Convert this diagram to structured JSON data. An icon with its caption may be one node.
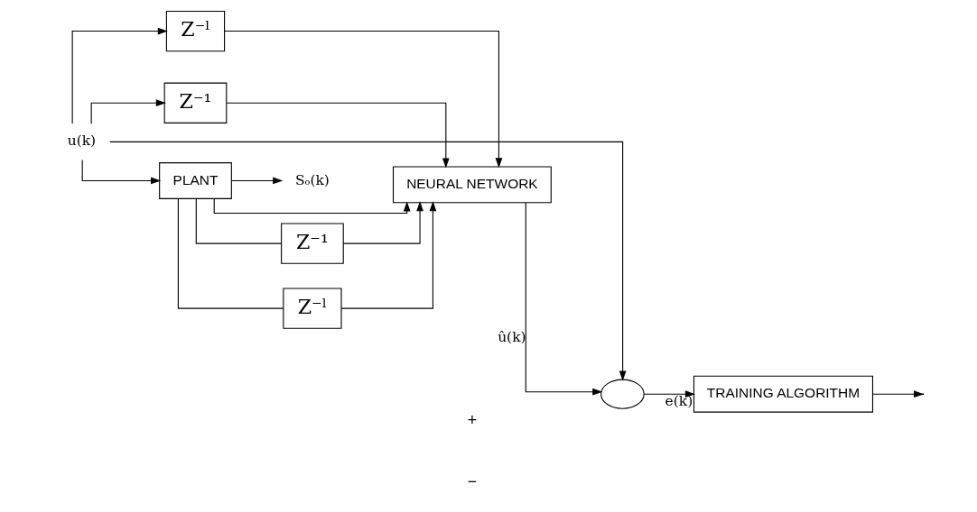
{
  "diagram": {
    "nodes": [
      {
        "text": [
          "u(k)"
        ]
      },
      {
        "text": [
          "PLANT"
        ]
      },
      {
        "text": [
          "Sₒ(k)"
        ]
      },
      {
        "text": [],
        "shape": "circle"
      },
      {
        "text": [
          "TRAINING ALGORITHM"
        ]
      },
      {
        "text": [
          "NEURAL NETWORK"
        ]
      },
      {
        "text": [
          "Z⁻¹"
        ]
      },
      {
        "text": [
          "Z⁻ˡ"
        ]
      },
      {
        "text": [
          "Z⁻ˡ"
        ]
      },
      {
        "text": [
          "Z⁻¹"
        ]
      }
    ],
    "edges": [
      {
        "from": 0,
        "to": 1,
        "arrow": "to"
      },
      {
        "from": 1,
        "to": 2,
        "arrow": "to"
      },
      {
        "from": 0,
        "to": 3,
        "arrow": "to"
      },
      {
        "from": 3,
        "to": 4,
        "label": "e(k)",
        "arrow": "to"
      },
      {
        "from": 5,
        "to": 3,
        "label": "û(k)",
        "arrow": "to"
      },
      {
        "from": 1,
        "to": 5,
        "arrow": "to"
      },
      {
        "from": 1,
        "to": 6,
        "arrow": "none"
      },
      {
        "from": 1,
        "to": 7,
        "arrow": "none"
      },
      {
        "from": 6,
        "to": 5,
        "arrow": "to"
      },
      {
        "from": 7,
        "to": 5,
        "arrow": "to"
      },
      {
        "from": 0,
        "to": 8,
        "arrow": "to"
      },
      {
        "from": 0,
        "to": 9,
        "arrow": "to"
      },
      {
        "from": 8,
        "to": 5,
        "arrow": "to"
      },
      {
        "from": 9,
        "to": 5,
        "arrow": "to"
      },
      {
        "from": 4,
        "to": null,
        "arrow": "to"
      }
    ],
    "labels": [
      "+",
      "−"
    ]
  }
}
